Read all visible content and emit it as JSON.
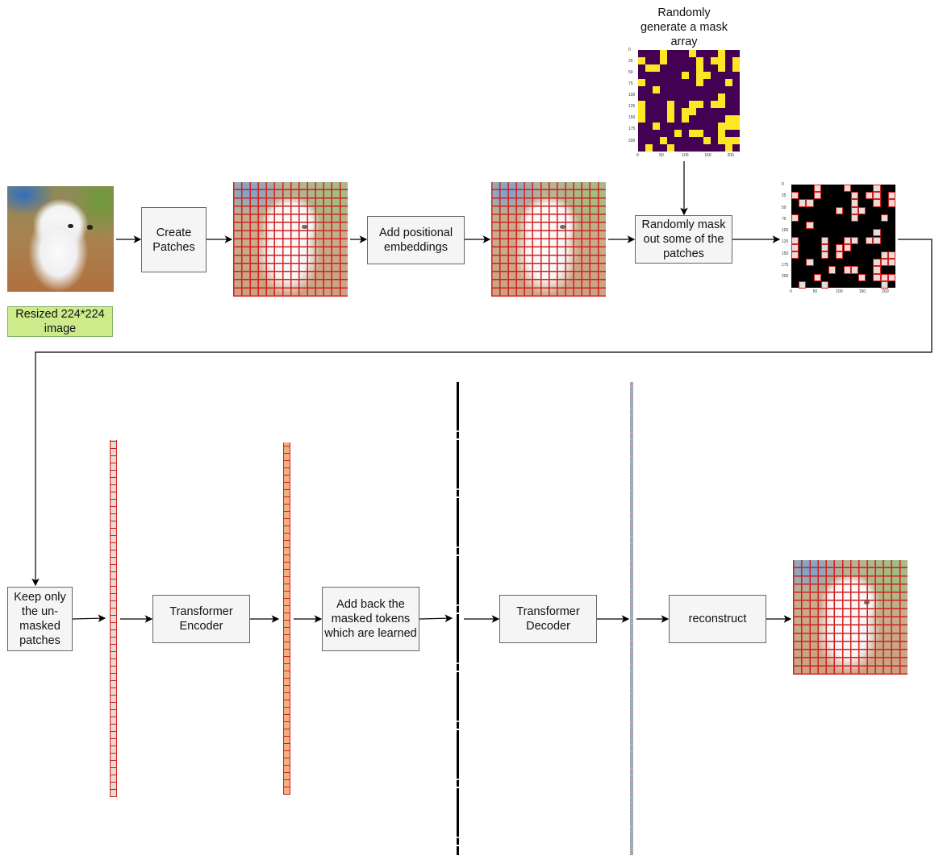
{
  "colors": {
    "grid_line": "#d21f1f",
    "mask_visible": "#fde725",
    "mask_hidden": "#440154",
    "box_fill": "#f5f5f5",
    "label_fill": "#cdeb8b"
  },
  "input_image": {
    "label": "Resized 224*224 image"
  },
  "steps": {
    "create_patches": "Create Patches",
    "add_positional": "Add positional embeddings",
    "random_mask": "Randomly mask out some of the patches",
    "mask_caption": "Randomly generate a mask array",
    "keep_unmasked": "Keep only the un-masked patches",
    "encoder": "Transformer Encoder",
    "add_back": "Add back the masked tokens which are learned",
    "decoder": "Transformer Decoder",
    "reconstruct": "reconstruct"
  },
  "mask_plot": {
    "y_ticks": [
      "0",
      "25",
      "50",
      "75",
      "100",
      "125",
      "150",
      "175",
      "200"
    ],
    "x_ticks": [
      "0",
      "50",
      "100",
      "150",
      "200"
    ],
    "visible_cells": [
      [
        3,
        7,
        11
      ],
      [
        0,
        3,
        8,
        10,
        11,
        13
      ],
      [
        1,
        2,
        8,
        11,
        13
      ],
      [
        6,
        8,
        9
      ],
      [
        0,
        8,
        12
      ],
      [
        2
      ],
      [
        11
      ],
      [
        0,
        4,
        7,
        8,
        10,
        11
      ],
      [
        0,
        4,
        6,
        7
      ],
      [
        0,
        4,
        6,
        12,
        13
      ],
      [
        2,
        11,
        12,
        13
      ],
      [
        5,
        7,
        8,
        11
      ],
      [
        3,
        9,
        11,
        12,
        13
      ],
      [
        1,
        4,
        12
      ]
    ]
  }
}
